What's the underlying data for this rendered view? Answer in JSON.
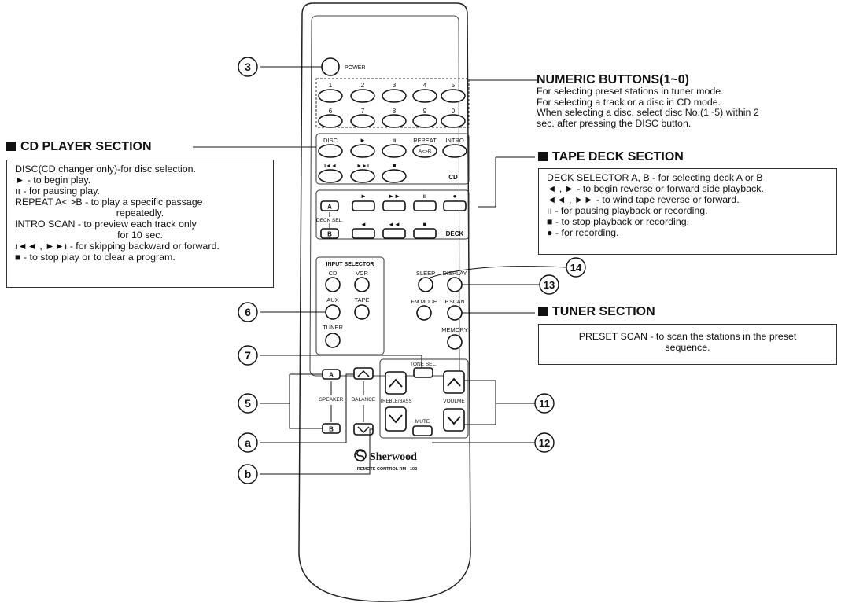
{
  "sections": {
    "numeric": {
      "title": "NUMERIC BUTTONS(1~0)",
      "lines": [
        "For selecting preset stations in tuner mode.",
        "For selecting a track or a disc in CD mode.",
        "When selecting a disc, select disc No.(1~5) within 2",
        "sec. after pressing the DISC button."
      ]
    },
    "cd": {
      "title": "CD PLAYER SECTION",
      "lines": [
        "DISC(CD changer only)-for disc selection.",
        "► - to begin play.",
        "ıı - for pausing play.",
        "REPEAT A< >B - to play a specific passage",
        "repeatedly.",
        "INTRO SCAN - to preview each track only",
        "for 10 sec.",
        "ı◄◄ , ►►ı - for skipping backward or forward.",
        "■ - to stop play or to clear a program."
      ]
    },
    "tape": {
      "title": "TAPE DECK SECTION",
      "lines": [
        "DECK SELECTOR A, B - for selecting deck A or B",
        "◄ , ► - to begin reverse or forward side playback.",
        "◄◄ , ►► - to wind tape reverse or forward.",
        "ıı - for pausing playback or recording.",
        "■ - to stop playback or recording.",
        "● - for recording."
      ]
    },
    "tuner": {
      "title": "TUNER SECTION",
      "lines": [
        "PRESET SCAN - to scan the stations in the preset",
        "sequence."
      ]
    }
  },
  "callouts": [
    "3",
    "6",
    "7",
    "5",
    "a",
    "b",
    "14",
    "13",
    "11",
    "12"
  ],
  "remote": {
    "power": "POWER",
    "numbers_row1": [
      "1",
      "2",
      "3",
      "4",
      "5"
    ],
    "numbers_row2": [
      "6",
      "7",
      "8",
      "9",
      "0"
    ],
    "cd_top": [
      "DISC",
      "►",
      "ıı",
      "REPEAT",
      "INTRO"
    ],
    "repeat_button": "A<>B",
    "cd_bottom": [
      "ı◄◄",
      "►►ı",
      "■"
    ],
    "cd_label": "CD",
    "deck_top": [
      "►",
      "►►",
      "ıı",
      "●"
    ],
    "deck_bottom": [
      "◄",
      "◄◄",
      "■"
    ],
    "deck_a": "A",
    "deck_b": "B",
    "deck_sel": "DECK SEL.",
    "deck_label": "DECK",
    "input_selector": "INPUT SELECTOR",
    "inputs": [
      "CD",
      "VCR",
      "AUX",
      "TAPE",
      "TUNER"
    ],
    "right_buttons": [
      "SLEEP",
      "DISPLAY",
      "FM MODE",
      "P.SCAN",
      "MEMORY"
    ],
    "speaker": "SPEAKER",
    "speaker_a": "A",
    "speaker_b": "B",
    "balance": "BALANCE",
    "tone_sel": "TONE SEL.",
    "treble_bass": "TREBLE/BASS",
    "volume": "VOULME",
    "mute": "MUTE",
    "brand": "Sherwood",
    "model": "REMOTE CONTROL RM - 102"
  },
  "colors": {
    "ink": "#111111",
    "body_outline": "#222222"
  }
}
